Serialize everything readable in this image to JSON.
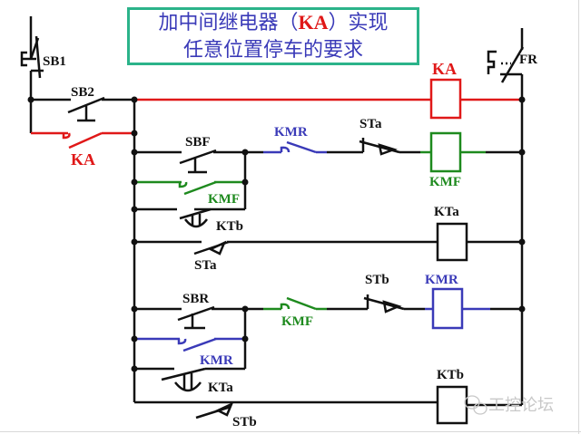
{
  "title": {
    "line1_prefix": "加中间继电器（",
    "line1_highlight": "KA",
    "line1_suffix": "）实现",
    "line2": "任意位置停车的要求"
  },
  "colors": {
    "black": "#111111",
    "red": "#e01818",
    "green": "#1e8a1e",
    "blue": "#3a3ab8",
    "title_border": "#2bb38a",
    "watermark": "#c8c8c8"
  },
  "labels": {
    "sb1": "SB1",
    "sb2": "SB2",
    "ka_contact": "KA",
    "ka_coil": "KA",
    "fr": "FR",
    "sbf": "SBF",
    "kmr_interlock_fwd": "KMR",
    "sta_nc_fwd": "STa",
    "kmf_coil": "KMF",
    "kmf_hold": "KMF",
    "ktb_contact": "KTb",
    "sta_no": "STa",
    "kta_coil": "KTa",
    "sbr": "SBR",
    "kmf_interlock_rev": "KMF",
    "stb_nc_rev": "STb",
    "kmr_coil": "KMR",
    "kmr_hold": "KMR",
    "kta_contact": "KTa",
    "stb_no": "STb",
    "ktb_coil": "KTb"
  },
  "watermark": {
    "icon": "wechat-icon",
    "text": "工控论坛"
  }
}
